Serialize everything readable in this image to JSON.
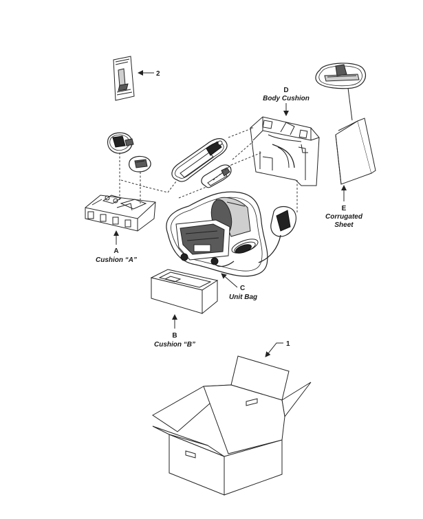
{
  "callouts": {
    "manual_number": "2",
    "box_number": "1"
  },
  "parts": {
    "a": {
      "letter": "A",
      "name": "Cushion “A”"
    },
    "b": {
      "letter": "B",
      "name": "Cushion “B”"
    },
    "c": {
      "letter": "C",
      "name": "Unit Bag"
    },
    "d": {
      "letter": "D",
      "name": "Body Cushion"
    },
    "e": {
      "letter": "E",
      "name_line1": "Corrugated",
      "name_line2": "Sheet"
    }
  }
}
